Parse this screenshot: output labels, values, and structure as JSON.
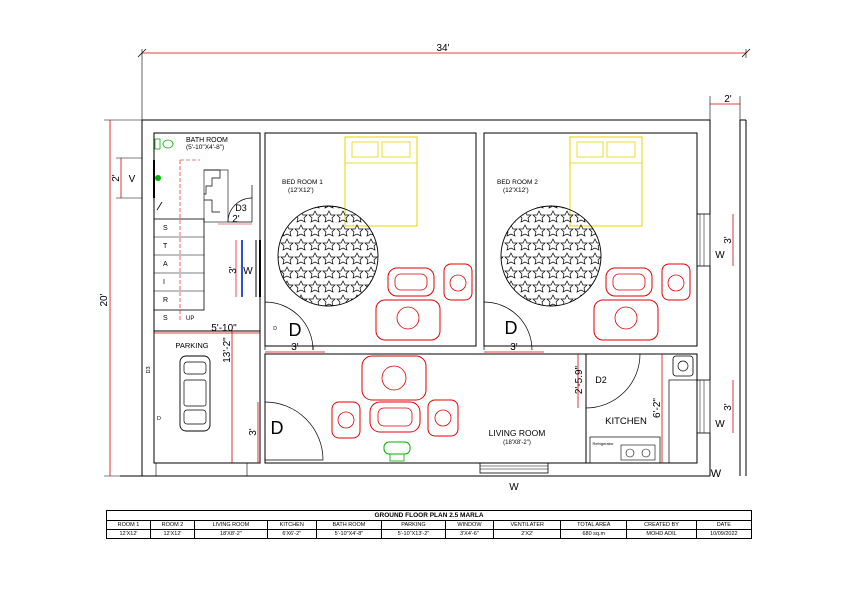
{
  "dimensions": {
    "overall_width": "34'",
    "overall_depth": "20'",
    "right_offset": "2'",
    "v_left": "2'",
    "d3_width": "2'",
    "w_stair_h": "3'",
    "stair_width": "5'-10\"",
    "parking_depth": "13'-2\"",
    "bed1_door": "3'",
    "bed2_door": "3'",
    "kitchen_door": "2'-5.9\"",
    "kitchen_depth": "6'-2\"",
    "right_w1": "3'",
    "right_w2": "3'",
    "living_door": "3'"
  },
  "rooms": {
    "bath_title": "BATH ROOM",
    "bath_size": "(5'-10\"X4'-8\")",
    "bed1_title": "BED ROOM 1",
    "bed1_size": "(12'X12')",
    "bed2_title": "BED ROOM 2",
    "bed2_size": "(12'X12')",
    "parking": "PARKING",
    "living_title": "LIVING ROOM",
    "living_size": "(18'X8'-2\")",
    "kitchen": "KITCHEN",
    "refrigerator": "Refrigerator"
  },
  "symbols": {
    "v": "V",
    "w": "W",
    "d": "D",
    "d2": "D2",
    "d3": "D3",
    "d_small": "D",
    "d3_vertical": "D3",
    "up": "UP",
    "stairs": [
      "S",
      "T",
      "A",
      "I",
      "R",
      "S"
    ]
  },
  "title_block": {
    "title": "GROUND FLOOR PLAN 2.5 MARLA",
    "headers": [
      "ROOM 1",
      "ROOM 2",
      "LIVING ROOM",
      "KITCHEN",
      "BATH ROOM",
      "PARKING",
      "WINDOW",
      "VENTILATER",
      "TOTAL AREA",
      "CREATED BY",
      "DATE"
    ],
    "values": [
      "12'X12'",
      "12'X12'",
      "18'X8'-2\"",
      "6'X6'-2\"",
      "5'-10\"X4'-8\"",
      "5'-10\"X13'-2\"",
      "3'X4'-6\"",
      "2'X2'",
      "680 sq.m",
      "MOHD ADIL",
      "10/09/2022"
    ]
  },
  "colors": {
    "furniture": "#e00000",
    "bed": "#e8d400",
    "plant": "#00b000"
  }
}
